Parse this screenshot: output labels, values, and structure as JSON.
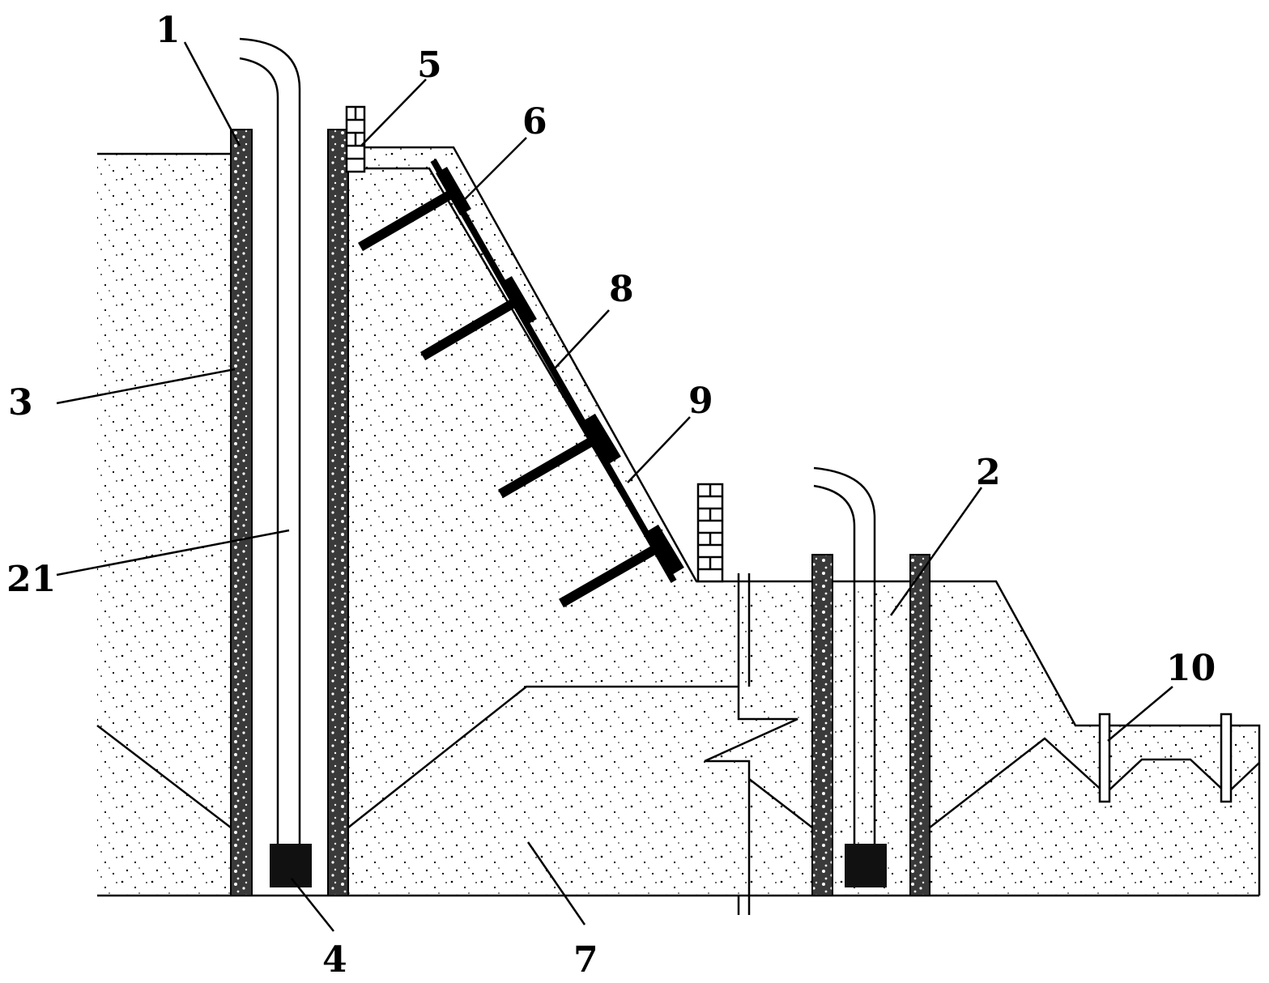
{
  "labels": {
    "l1": "1",
    "l2": "2",
    "l3": "3",
    "l4": "4",
    "l5": "5",
    "l6": "6",
    "l7": "7",
    "l8": "8",
    "l9": "9",
    "l10": "10",
    "l21": "21"
  },
  "colors": {
    "line": "#000000",
    "soil_dots": "#000000",
    "background": "#ffffff"
  }
}
